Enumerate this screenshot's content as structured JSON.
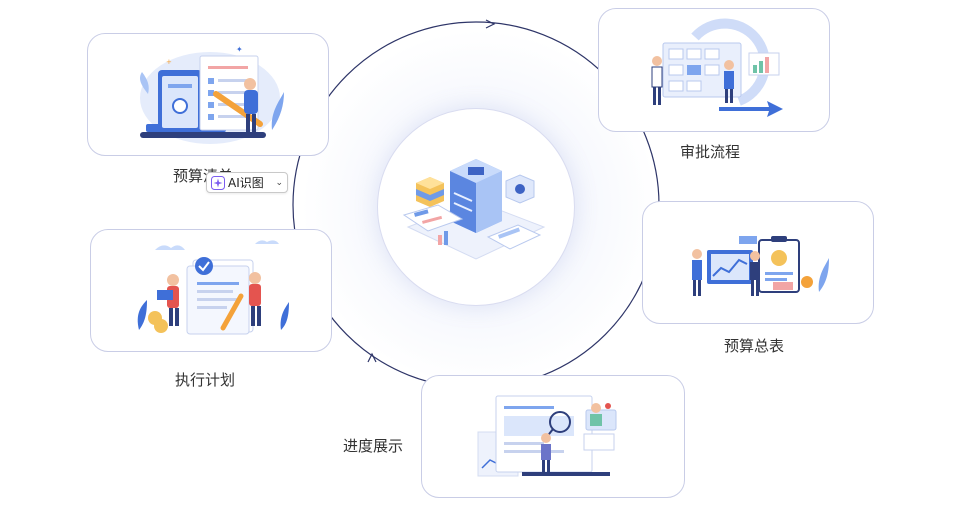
{
  "center": {
    "icon": "data-server-icon"
  },
  "cards": [
    {
      "id": "budget-list",
      "label": "预算清单",
      "icon": "budget-list-illustration"
    },
    {
      "id": "approval-flow",
      "label": "审批流程",
      "icon": "approval-flow-illustration"
    },
    {
      "id": "budget-summary",
      "label": "预算总表",
      "icon": "budget-summary-illustration"
    },
    {
      "id": "progress-display",
      "label": "进度展示",
      "icon": "progress-display-illustration"
    },
    {
      "id": "execution-plan",
      "label": "执行计划",
      "icon": "execution-plan-illustration"
    }
  ],
  "ai_button": {
    "label": "AI识图",
    "icon": "sparkle-icon",
    "chevron": "chevron-down-icon"
  },
  "colors": {
    "ring": "#2e3568",
    "card_border": "#c9cde6",
    "accent_blue": "#3f6fd8",
    "light_blue": "#dbe6fb"
  }
}
